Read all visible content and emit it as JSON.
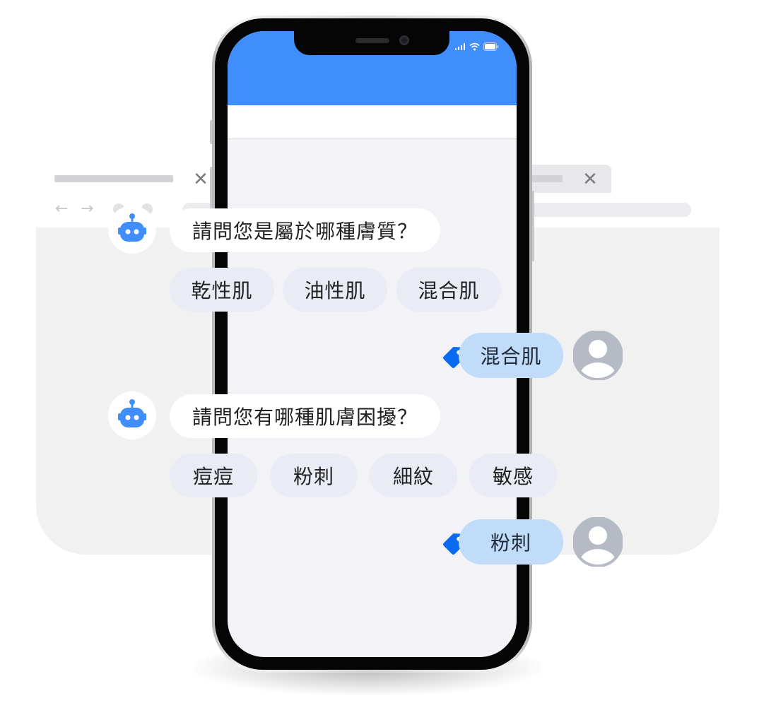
{
  "colors": {
    "accent": "#3f8efc",
    "chip_bg": "#e9ecf5",
    "user_bubble": "#c1dcf9",
    "tag_icon": "#0a6bf0",
    "user_avatar": "#b5bac4"
  },
  "icons": {
    "bot": "robot-icon",
    "user": "user-icon",
    "tag": "tag-icon",
    "close": "close-icon"
  },
  "browser": {
    "tab_close_glyph": "✕",
    "back_glyph": "←",
    "forward_glyph": "→"
  },
  "chat": {
    "question_1": "請問您是屬於哪種膚質？",
    "options_1": [
      "乾性肌",
      "油性肌",
      "混合肌"
    ],
    "answer_1": "混合肌",
    "question_2": "請問您有哪種肌膚困擾？",
    "options_2": [
      "痘痘",
      "粉刺",
      "細紋",
      "敏感"
    ],
    "answer_2": "粉刺"
  }
}
